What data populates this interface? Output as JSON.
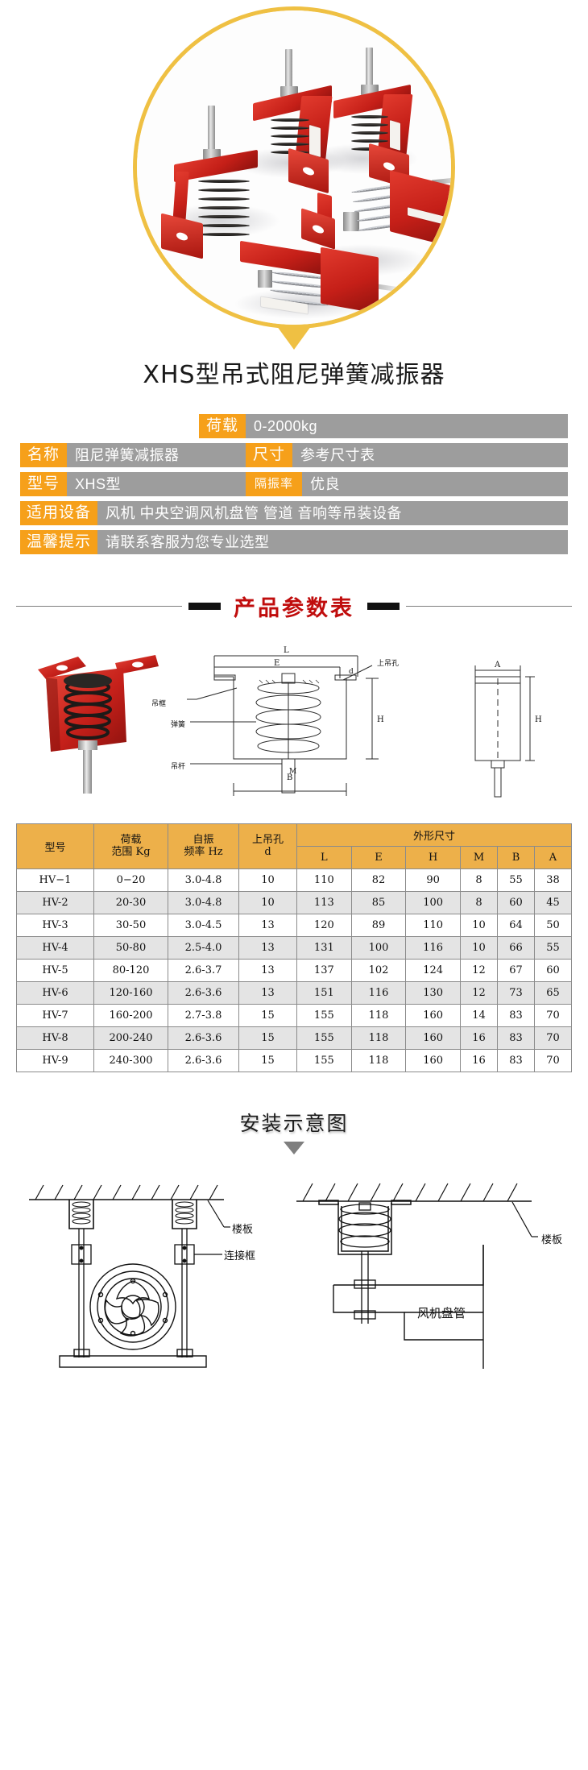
{
  "hero": {
    "alt": "红色吊式阻尼弹簧减振器产品照片",
    "circle_color": "#efc043"
  },
  "product_title": "XHS型吊式阻尼弹簧减振器",
  "info": {
    "load_key": "荷载",
    "load_value": "0-2000kg",
    "name_key": "名称",
    "name_value": "阻尼弹簧减振器",
    "size_key": "尺寸",
    "size_value": "参考尺寸表",
    "model_key": "型号",
    "model_value": "XHS型",
    "isolation_key": "隔振率",
    "isolation_value": "优良",
    "equipment_key": "适用设备",
    "equipment_value": "风机 中央空调风机盘管 管道 音响等吊装设备",
    "tip_key": "温馨提示",
    "tip_value": "请联系客服为您专业选型"
  },
  "section_params": {
    "title": "产品参数表"
  },
  "drawing_labels": {
    "frame": "吊框",
    "spring": "弹簧",
    "rod": "吊杆",
    "top_hole": "上吊孔",
    "d": "d",
    "L": "L",
    "E": "E",
    "H": "H",
    "M": "M",
    "B": "B",
    "A": "A",
    "H2": "H"
  },
  "table": {
    "headers": {
      "model": "型号",
      "load_range": "荷载",
      "load_range_2": "范围 Kg",
      "freq": "自振",
      "freq_2": "频率 Hz",
      "hole": "上吊孔",
      "hole_2": "d",
      "dims": "外形尺寸",
      "L": "L",
      "E": "E",
      "H": "H",
      "M": "M",
      "B": "B",
      "A": "A"
    },
    "rows": [
      {
        "model": "HV−1",
        "load": "0−20",
        "freq": "3.0-4.8",
        "d": "10",
        "L": "110",
        "E": "82",
        "H": "90",
        "M": "8",
        "B": "55",
        "A": "38"
      },
      {
        "model": "HV-2",
        "load": "20-30",
        "freq": "3.0-4.8",
        "d": "10",
        "L": "113",
        "E": "85",
        "H": "100",
        "M": "8",
        "B": "60",
        "A": "45"
      },
      {
        "model": "HV-3",
        "load": "30-50",
        "freq": "3.0-4.5",
        "d": "13",
        "L": "120",
        "E": "89",
        "H": "110",
        "M": "10",
        "B": "64",
        "A": "50"
      },
      {
        "model": "HV-4",
        "load": "50-80",
        "freq": "2.5-4.0",
        "d": "13",
        "L": "131",
        "E": "100",
        "H": "116",
        "M": "10",
        "B": "66",
        "A": "55"
      },
      {
        "model": "HV-5",
        "load": "80-120",
        "freq": "2.6-3.7",
        "d": "13",
        "L": "137",
        "E": "102",
        "H": "124",
        "M": "12",
        "B": "67",
        "A": "60"
      },
      {
        "model": "HV-6",
        "load": "120-160",
        "freq": "2.6-3.6",
        "d": "13",
        "L": "151",
        "E": "116",
        "H": "130",
        "M": "12",
        "B": "73",
        "A": "65"
      },
      {
        "model": "HV-7",
        "load": "160-200",
        "freq": "2.7-3.8",
        "d": "15",
        "L": "155",
        "E": "118",
        "H": "160",
        "M": "14",
        "B": "83",
        "A": "70"
      },
      {
        "model": "HV-8",
        "load": "200-240",
        "freq": "2.6-3.6",
        "d": "15",
        "L": "155",
        "E": "118",
        "H": "160",
        "M": "16",
        "B": "83",
        "A": "70"
      },
      {
        "model": "HV-9",
        "load": "240-300",
        "freq": "2.6-3.6",
        "d": "15",
        "L": "155",
        "E": "118",
        "H": "160",
        "M": "16",
        "B": "83",
        "A": "70"
      }
    ]
  },
  "section_install": {
    "title": "安装示意图"
  },
  "install_labels": {
    "slab_left": "楼板",
    "connector": "连接框",
    "slab_right": "楼板",
    "fan_coil": "风机盘管"
  },
  "colors": {
    "orange_key": "#f6a01a",
    "gray_value": "#9d9d9d",
    "banner_red": "#c00d0d",
    "table_header": "#edb04a",
    "table_alt_row": "#e4e4e4",
    "pin_gold": "#efc043",
    "product_red": "#c51f18"
  }
}
